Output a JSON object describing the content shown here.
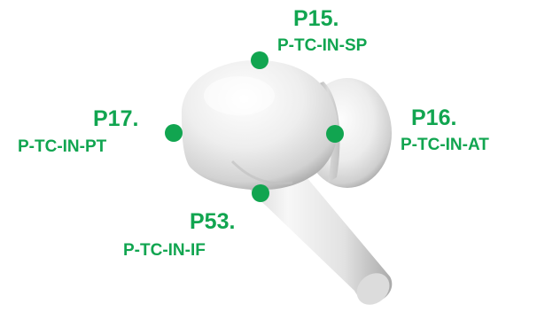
{
  "accent_color": "#11a550",
  "object": "earbud-3d-model",
  "points": [
    {
      "id": "P15.",
      "code": "P-TC-IN-SP"
    },
    {
      "id": "P16.",
      "code": "P-TC-IN-AT"
    },
    {
      "id": "P17.",
      "code": "P-TC-IN-PT"
    },
    {
      "id": "P53.",
      "code": "P-TC-IN-IF"
    }
  ]
}
